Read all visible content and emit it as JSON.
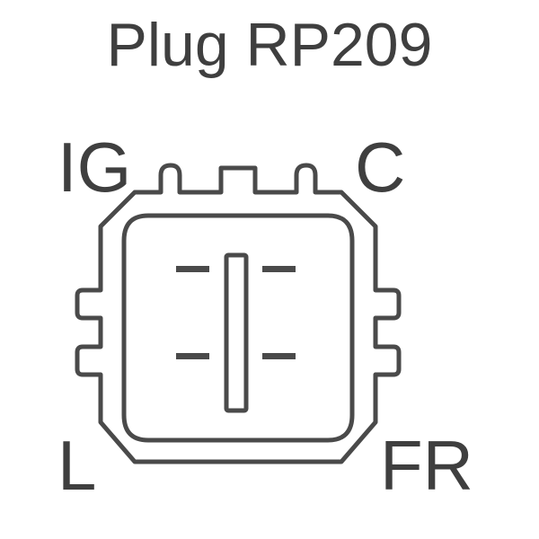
{
  "title": "Plug RP209",
  "pins": {
    "top_left": "IG",
    "top_right": "C",
    "bottom_left": "L",
    "bottom_right": "FR"
  },
  "colors": {
    "stroke": "#4a4a4a",
    "text": "#3f3f3f",
    "background": "#ffffff"
  }
}
